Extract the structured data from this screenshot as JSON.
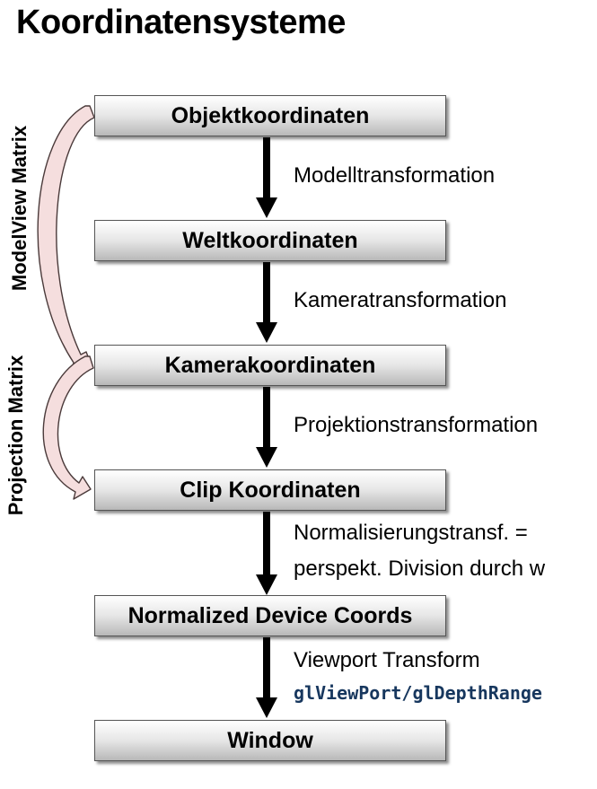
{
  "title": "Koordinatensysteme",
  "boxes": [
    "Objektkoordinaten",
    "Weltkoordinaten",
    "Kamerakoordinaten",
    "Clip Koordinaten",
    "Normalized Device Coords",
    "Window"
  ],
  "transforms": {
    "t1": "Modelltransformation",
    "t2": "Kameratransformation",
    "t3": "Projektionstransformation",
    "t4_line1": "Normalisierungstransf. =",
    "t4_line2": "perspekt. Division durch w",
    "t5_line1": "Viewport Transform",
    "t5_code": "glViewPort/glDepthRange"
  },
  "side_labels": {
    "modelview": "ModelView Matrix",
    "projection": "Projection Matrix"
  },
  "colors": {
    "curved_arrow_fill": "#f5dede",
    "curved_arrow_stroke": "#4a3a3a",
    "code_text": "#17375e"
  }
}
